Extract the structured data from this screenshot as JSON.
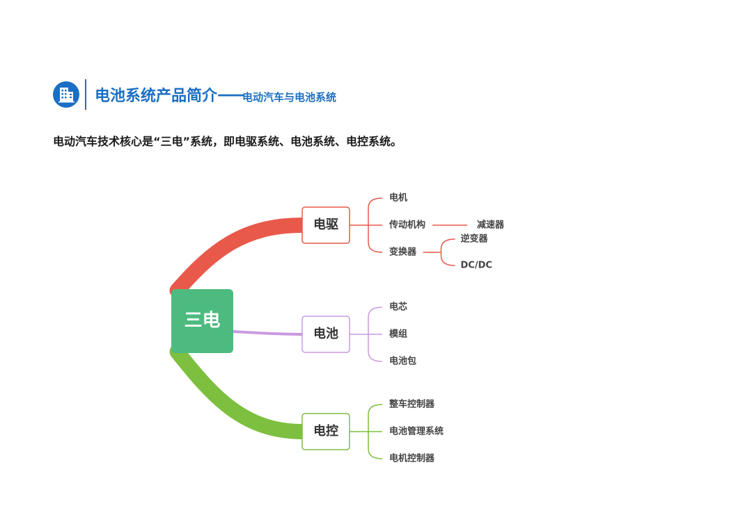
{
  "header": {
    "title": "电池系统产品简介",
    "dash": "——",
    "subtitle": "电动汽车与电池系统",
    "icon": "building-icon",
    "accent_color": "#1a6fc4"
  },
  "intro": "电动汽车技术核心是“三电”系统，即电驱系统、电池系统、电控系统。",
  "mindmap": {
    "root": {
      "label": "三电",
      "color": "#4dbb7f"
    },
    "branches": [
      {
        "label": "电驱",
        "color": "#e8594a",
        "children": [
          {
            "label": "电机"
          },
          {
            "label": "传动机构",
            "children": [
              {
                "label": "减速器"
              }
            ]
          },
          {
            "label": "变换器",
            "children": [
              {
                "label": "逆变器"
              },
              {
                "label": "DC/DC"
              }
            ]
          }
        ]
      },
      {
        "label": "电池",
        "color": "#c99ae0",
        "children": [
          {
            "label": "电芯"
          },
          {
            "label": "模组"
          },
          {
            "label": "电池包"
          }
        ]
      },
      {
        "label": "电控",
        "color": "#7dbf3f",
        "children": [
          {
            "label": "整车控制器"
          },
          {
            "label": "电池管理系统"
          },
          {
            "label": "电机控制器"
          }
        ]
      }
    ]
  }
}
